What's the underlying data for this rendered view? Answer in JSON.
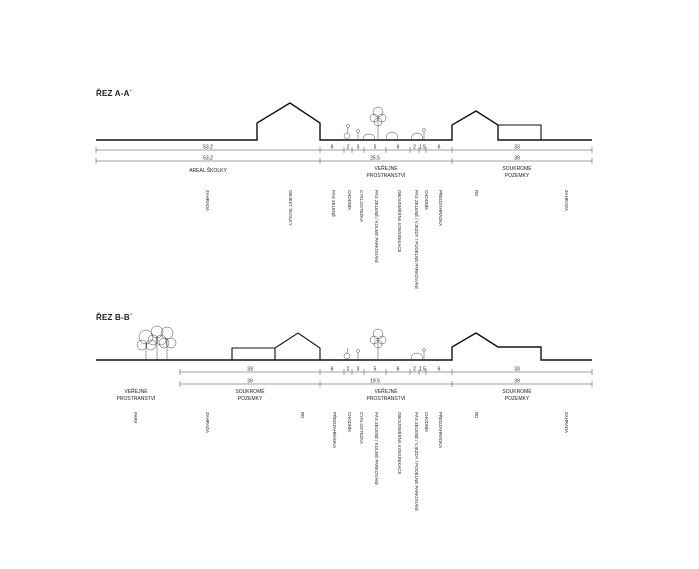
{
  "sections": [
    {
      "title": "ŘEZ A-A´",
      "dim_row1": [
        "53.2",
        "6",
        "2",
        "3",
        "5",
        "6",
        "2",
        "1.5",
        "6",
        "33"
      ],
      "dim_row2": [
        "53.2",
        "25.5",
        "39"
      ],
      "zones": [
        "AREÁL ŠKOLKY",
        "VEŘEJNÉ",
        "PROSTRANSTVÍ",
        "SOUKROMÉ",
        "POZEMKY"
      ],
      "labels": [
        "ZAHRADA",
        "OBJEKT ŠKOLKY",
        "PÁS ZELENĚ",
        "CHODNÍK",
        "CYKLOSTEZKA",
        "PÁS ZELENĚ / KOLMÉ PARKOVÁNÍ",
        "OBOUSMĚRNÁ KOMUNIKACE",
        "PÁS ZELENĚ / VJEZDY / PODÉLNÉ PARKOVÁNÍ",
        "CHODNÍK",
        "PŘEDZAHRÁDKA",
        "RD",
        "ZAHRADA"
      ]
    },
    {
      "title": "ŘEZ B-B´",
      "dim_row1": [
        "33",
        "6",
        "2",
        "3",
        "5",
        "6",
        "2",
        "1.5",
        "6",
        "33"
      ],
      "dim_row2": [
        "39",
        "19.5",
        "39"
      ],
      "zones": [
        "VEŘEJNÉ",
        "PROSTRANSTVÍ",
        "SOUKROMÉ",
        "POZEMKY",
        "VEŘEJNÉ",
        "PROSTRANSTVÍ",
        "SOUKROMÉ",
        "POZEMKY"
      ],
      "labels": [
        "PARK",
        "ZAHRADA",
        "RD",
        "PŘEDZAHRÁDKA",
        "CHODNÍK",
        "CYKLOSTEZKA",
        "PÁS ZELENĚ / KOLMÉ PARKOVÁNÍ",
        "OBOUSMĚRNÁ KOMUNIKACE",
        "PÁS ZELENĚ / VJEZDY / PODÉLNÉ PARKOVÁNÍ",
        "CHODNÍK",
        "PŘEDZAHRÁDKA",
        "RD",
        "ZAHRADA"
      ]
    }
  ]
}
